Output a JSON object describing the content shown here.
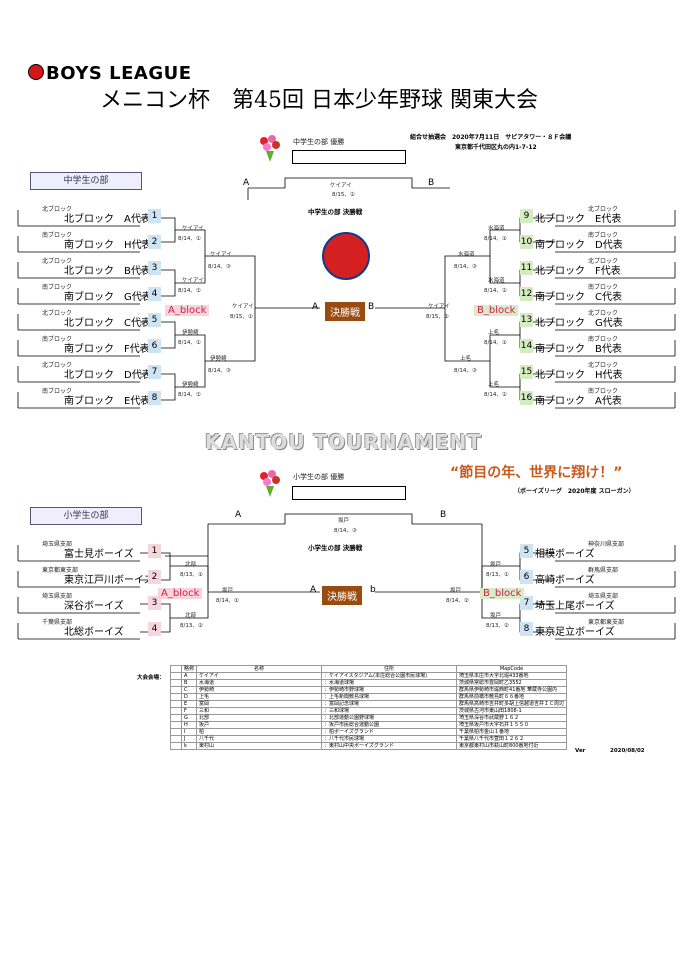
{
  "header": {
    "logo_text": "BOYS LEAGUE",
    "title": "メニコン杯　第45回 日本少年野球 関東大会",
    "meeting": "組合せ抽選会　2020年7月11日　サピアタワー・８Ｆ会議",
    "address": "東京都千代田区丸の内1-7-12"
  },
  "middle": {
    "section": "中学生の部",
    "champion": "中学生の部 優勝",
    "final_title": "中学生の部 決勝戦",
    "final_venue": "ケイアイ",
    "final_date": "8/15、②",
    "label_a": "A",
    "label_b": "B",
    "final_box": "決勝戦",
    "block_a": "A_block",
    "block_b": "B_block",
    "left_teams": [
      {
        "region": "北ブロック",
        "team": "北ブロック　A代表",
        "seed": "1"
      },
      {
        "region": "南ブロック",
        "team": "南ブロック　H代表",
        "seed": "2"
      },
      {
        "region": "北ブロック",
        "team": "北ブロック　B代表",
        "seed": "3"
      },
      {
        "region": "南ブロック",
        "team": "南ブロック　G代表",
        "seed": "4"
      },
      {
        "region": "北ブロック",
        "team": "北ブロック　C代表",
        "seed": "5"
      },
      {
        "region": "南ブロック",
        "team": "南ブロック　F代表",
        "seed": "6"
      },
      {
        "region": "北ブロック",
        "team": "北ブロック　D代表",
        "seed": "7"
      },
      {
        "region": "南ブロック",
        "team": "南ブロック　E代表",
        "seed": "8"
      }
    ],
    "right_teams": [
      {
        "region": "北ブロック",
        "team": "北ブロック　E代表",
        "seed": "9"
      },
      {
        "region": "南ブロック",
        "team": "南ブロック　D代表",
        "seed": "10"
      },
      {
        "region": "北ブロック",
        "team": "北ブロック　F代表",
        "seed": "11"
      },
      {
        "region": "南ブロック",
        "team": "南ブロック　C代表",
        "seed": "12"
      },
      {
        "region": "北ブロック",
        "team": "北ブロック　G代表",
        "seed": "13"
      },
      {
        "region": "南ブロック",
        "team": "南ブロック　B代表",
        "seed": "14"
      },
      {
        "region": "北ブロック",
        "team": "北ブロック　H代表",
        "seed": "15"
      },
      {
        "region": "南ブロック",
        "team": "南ブロック　A代表",
        "seed": "16"
      }
    ],
    "left_r1": [
      {
        "venue": "ケイアイ",
        "date": "8/14、①"
      },
      {
        "venue": "ケイアイ",
        "date": "8/14、②"
      },
      {
        "venue": "伊勢崎",
        "date": "8/14、①"
      },
      {
        "venue": "伊勢崎",
        "date": "8/14、②"
      }
    ],
    "left_r2": [
      {
        "venue": "ケイアイ",
        "date": "8/14、③"
      },
      {
        "venue": "伊勢崎",
        "date": "8/14、③"
      }
    ],
    "left_r3": {
      "venue": "ケイアイ",
      "date": "8/15、①"
    },
    "right_r1": [
      {
        "venue": "水海道",
        "date": "8/14、①"
      },
      {
        "venue": "水海道",
        "date": "8/14、②"
      },
      {
        "venue": "上毛",
        "date": "8/14、①"
      },
      {
        "venue": "上毛",
        "date": "8/14、②"
      }
    ],
    "right_r2": [
      {
        "venue": "水海道",
        "date": "8/14、③"
      },
      {
        "venue": "上毛",
        "date": "8/14、③"
      }
    ],
    "right_r3": {
      "venue": "ケイアイ",
      "date": "8/15、②"
    }
  },
  "kantou": "KANTOU TOURNAMENT",
  "slogan": "“節目の年、世界に翔け！”",
  "slogan_sub": "（ボーイズリーグ　2020年度 スローガン）",
  "elementary": {
    "section": "小学生の部",
    "champion": "小学生の部 優勝",
    "final_title": "小学生の部 決勝戦",
    "final_venue": "坂戸",
    "final_date": "8/14、③",
    "label_a": "A",
    "label_b": "B",
    "label_a2": "A",
    "label_b2": "b",
    "final_box": "決勝戦",
    "block_a": "A_block",
    "block_b": "B_block",
    "left_teams": [
      {
        "region": "埼玉県支部",
        "team": "富士見ボーイズ",
        "seed": "1"
      },
      {
        "region": "東京都東支部",
        "team": "東京江戸川ボーイズ",
        "seed": "2"
      },
      {
        "region": "埼玉県支部",
        "team": "深谷ボーイズ",
        "seed": "3"
      },
      {
        "region": "千葉県支部",
        "team": "北総ボーイズ",
        "seed": "4"
      }
    ],
    "right_teams": [
      {
        "region": "神奈川県支部",
        "team": "相模ボーイズ",
        "seed": "5"
      },
      {
        "region": "群馬県支部",
        "team": "高崎ボーイズ",
        "seed": "6"
      },
      {
        "region": "埼玉県支部",
        "team": "埼玉上尾ボーイズ",
        "seed": "7"
      },
      {
        "region": "東京都東支部",
        "team": "東京足立ボーイズ",
        "seed": "8"
      }
    ],
    "left_r1": [
      {
        "venue": "北部",
        "date": "8/13、①"
      },
      {
        "venue": "北部",
        "date": "8/13、②"
      }
    ],
    "left_r2": {
      "venue": "坂戸",
      "date": "8/14、①"
    },
    "right_r1": [
      {
        "venue": "坂戸",
        "date": "8/13、①"
      },
      {
        "venue": "坂戸",
        "date": "8/13、②"
      }
    ],
    "right_r2": {
      "venue": "坂戸",
      "date": "8/14、②"
    }
  },
  "venues": {
    "label": "大会会場：",
    "headers": [
      "略称",
      "名称",
      "住所",
      "MapCode"
    ],
    "rows": [
      [
        "A",
        "ケイアイ",
        "：ケイアイスタジアム(本庄総合公園市民球場)",
        "埼玉県本庄市大字北堀433番地"
      ],
      [
        "B",
        "水海道",
        "：水海道球場",
        "茨城県常総市豊岡町乙3552"
      ],
      [
        "C",
        "伊勢崎",
        "：伊勢崎市野球場",
        "群馬県伊勢崎市堤西町41番地 華蔵寺公園内"
      ],
      [
        "D",
        "上毛",
        "：上毛新聞敷島球場",
        "群馬県前橋市敷島町６６番地"
      ],
      [
        "E",
        "富岡",
        "：富岡記念球場",
        "群馬県高崎市吉井町多胡上信越道吉井ＩＣ周辺"
      ],
      [
        "F",
        "三和",
        "：三和球場",
        "茨城県古河市東山田1808-1"
      ],
      [
        "G",
        "北部",
        "：北部運動公園野球場",
        "埼玉県深谷市武蔵野１６２"
      ],
      [
        "H",
        "坂戸",
        "：坂戸市民総合運動公園",
        "埼玉県坂戸市大字石井１５５０"
      ],
      [
        "I",
        "柏",
        "：柏ボーイズグランド",
        "千葉県柏市金山１番地"
      ],
      [
        "J",
        "八千代",
        "：八千代市民球場",
        "千葉県八千代市萱田１２６２"
      ],
      [
        "k",
        "東村山",
        "：東村山中央ボーイズグランド",
        "東京都東村山市萩山町800番地付近"
      ]
    ],
    "version_label": "Ver",
    "version": "2020/08/02"
  }
}
